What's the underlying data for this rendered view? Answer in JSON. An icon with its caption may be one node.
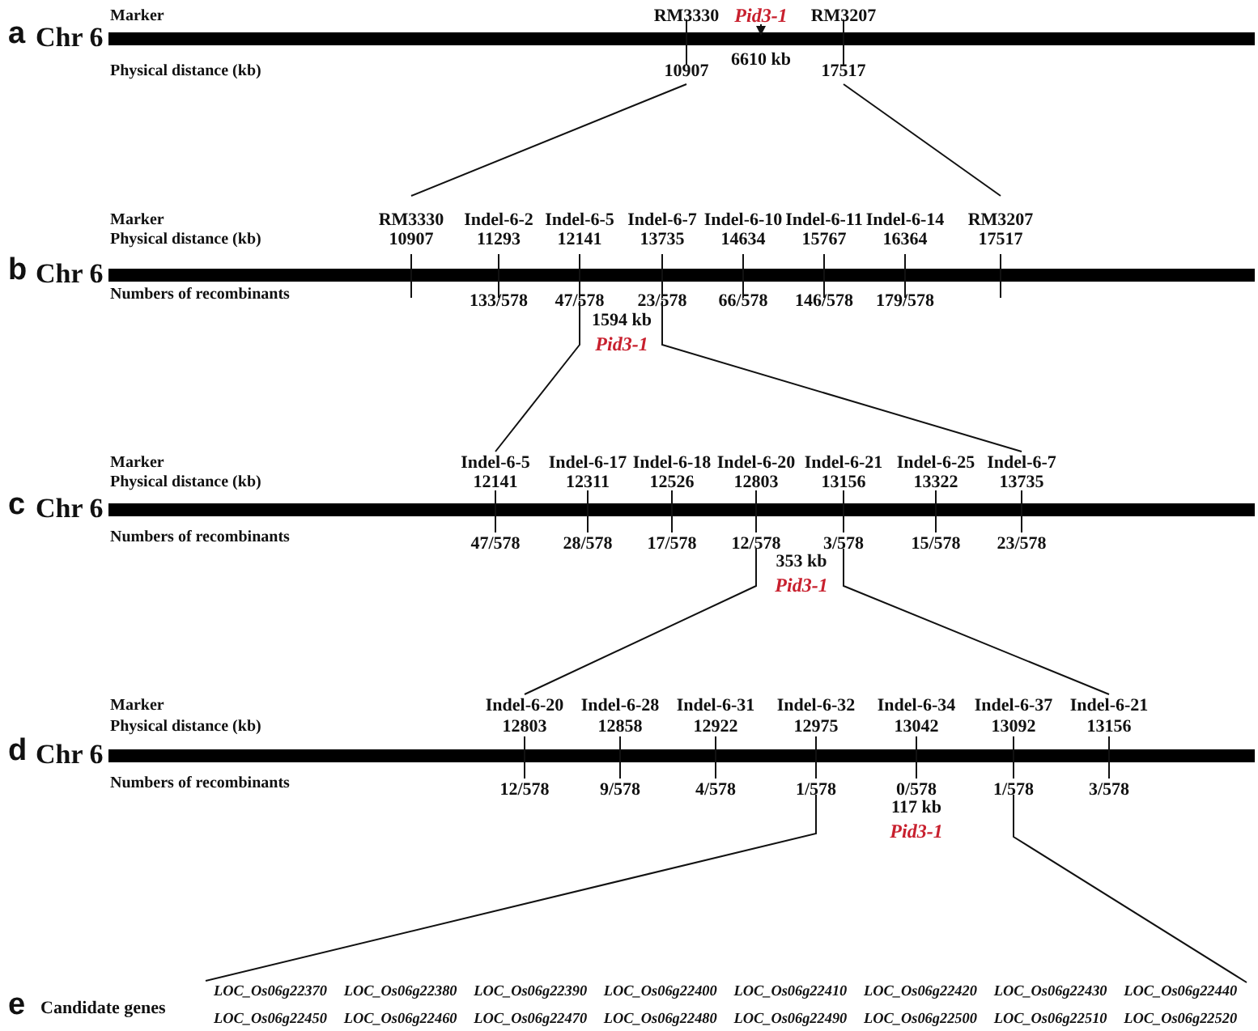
{
  "diagram": {
    "labels": [
      "a",
      "Chr 6",
      "Marker",
      "Physical distance (kb)",
      "RM3330",
      "RM3207",
      "10907",
      "17517",
      "6610 kb",
      "Pid3-1",
      "b",
      "Chr 6",
      "Marker",
      "Physical distance (kb)",
      "RM3330",
      "Indel-6-2",
      "Indel-6-5",
      "Indel-6-7",
      "Indel-6-10",
      "Indel-6-11",
      "Indel-6-14",
      "RM3207",
      "10907",
      "11293",
      "12141",
      "13735",
      "14634",
      "15767",
      "16364",
      "17517",
      "Numbers of recombinants",
      "133/578",
      "47/578",
      "23/578",
      "66/578",
      "146/578",
      "179/578",
      "1594 kb",
      "Pid3-1",
      "c",
      "Chr 6",
      "Marker",
      "Physical distance (kb)",
      "Indel-6-5",
      "Indel-6-17",
      "Indel-6-18",
      "Indel-6-20",
      "Indel-6-21",
      "Indel-6-25",
      "Indel-6-7",
      "12141",
      "12311",
      "12526",
      "12803",
      "13156",
      "13322",
      "13735",
      "Numbers of recombinants",
      "47/578",
      "28/578",
      "17/578",
      "12/578",
      "3/578",
      "15/578",
      "23/578",
      "353 kb",
      "Pid3-1",
      "d",
      "Chr 6",
      "Marker",
      "Physical distance (kb)",
      "Indel-6-20",
      "Indel-6-28",
      "Indel-6-31",
      "Indel-6-32",
      "Indel-6-34",
      "Indel-6-37",
      "Indel-6-21",
      "12803",
      "12858",
      "12922",
      "12975",
      "13042",
      "13092",
      "13156",
      "Numbers of recombinants",
      "12/578",
      "9/578",
      "4/578",
      "1/578",
      "0/578",
      "1/578",
      "3/578",
      "117 kb",
      "Pid3-1",
      "e",
      "Candidate genes",
      "LOC_Os06g22370",
      "LOC_Os06g22380",
      "LOC_Os06g22390",
      "LOC_Os06g22400",
      "LOC_Os06g22410",
      "LOC_Os06g22420",
      "LOC_Os06g22430",
      "LOC_Os06g22440",
      "LOC_Os06g22450",
      "LOC_Os06g22460",
      "LOC_Os06g22470",
      "LOC_Os06g22480",
      "LOC_Os06g22490",
      "LOC_Os06g22500",
      "LOC_Os06g22510",
      "LOC_Os06g22520"
    ]
  }
}
